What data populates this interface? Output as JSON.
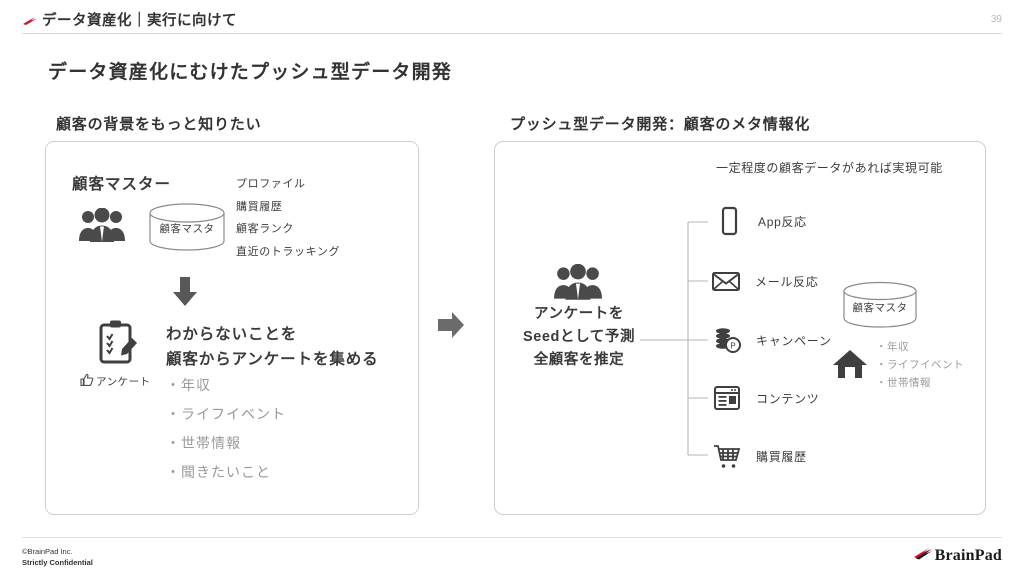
{
  "header": {
    "title": "データ資産化｜実行に向けて",
    "page_number": "39",
    "mark_color": "#c8102e"
  },
  "slide": {
    "title": "データ資産化にむけたプッシュ型データ開発"
  },
  "left_panel": {
    "heading": "顧客の背景をもっと知りたい",
    "master_label": "顧客マスター",
    "cylinder_label": "顧客マスタ",
    "master_list": [
      "プロファイル",
      "購買履歴",
      "顧客ランク",
      "直近のトラッキング"
    ],
    "survey_tag": "アンケート",
    "collect_heading_line1": "わからないことを",
    "collect_heading_line2": "顧客からアンケートを集める",
    "collect_list": [
      "・年収",
      "・ライフイベント",
      "・世帯情報",
      "・聞きたいこと"
    ]
  },
  "right_panel": {
    "heading": "プッシュ型データ開発：顧客のメタ情報化",
    "note": "一定程度の顧客データがあれば実現可能",
    "seed_line1": "アンケートを",
    "seed_line2": "Seedとして予測",
    "seed_line3": "全顧客を推定",
    "channels": [
      {
        "label": "App反応",
        "icon": "smartphone-icon"
      },
      {
        "label": "メール反応",
        "icon": "envelope-icon"
      },
      {
        "label": "キャンペーン",
        "icon": "coins-point-icon"
      },
      {
        "label": "コンテンツ",
        "icon": "browser-window-icon"
      },
      {
        "label": "購買履歴",
        "icon": "shopping-cart-icon"
      }
    ],
    "cylinder_label": "顧客マスタ",
    "attr_list": [
      "・年収",
      "・ライフイベント",
      "・世帯情報"
    ]
  },
  "footer": {
    "copyright": "©BrainPad Inc.",
    "confidential": "Strictly Confidential",
    "brand": "BrainPad"
  },
  "colors": {
    "ink": "#3c3c3c",
    "muted": "#9a9a9a",
    "border": "#cfcfcf",
    "accent_red": "#c8102e"
  }
}
